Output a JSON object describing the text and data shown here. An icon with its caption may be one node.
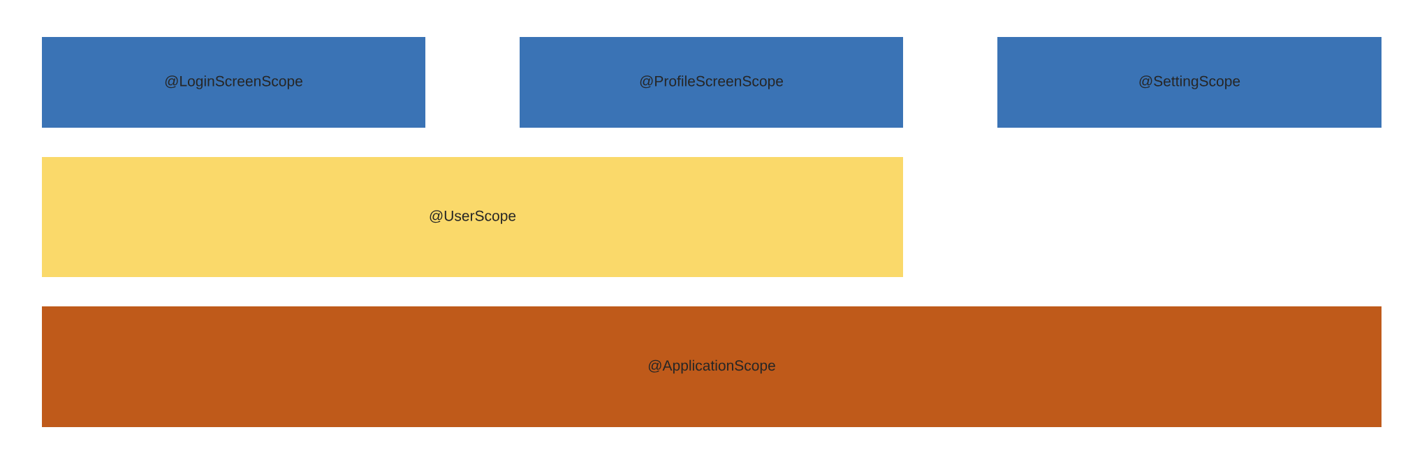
{
  "diagram": {
    "nodes": [
      {
        "text": [
          "@LoginScreenScope"
        ]
      },
      {
        "text": [
          "@ProfileScreenScope"
        ]
      },
      {
        "text": [
          "@SettingScope"
        ]
      },
      {
        "text": [
          "@UserScope"
        ]
      },
      {
        "text": [
          "@ApplicationScope"
        ]
      }
    ]
  }
}
